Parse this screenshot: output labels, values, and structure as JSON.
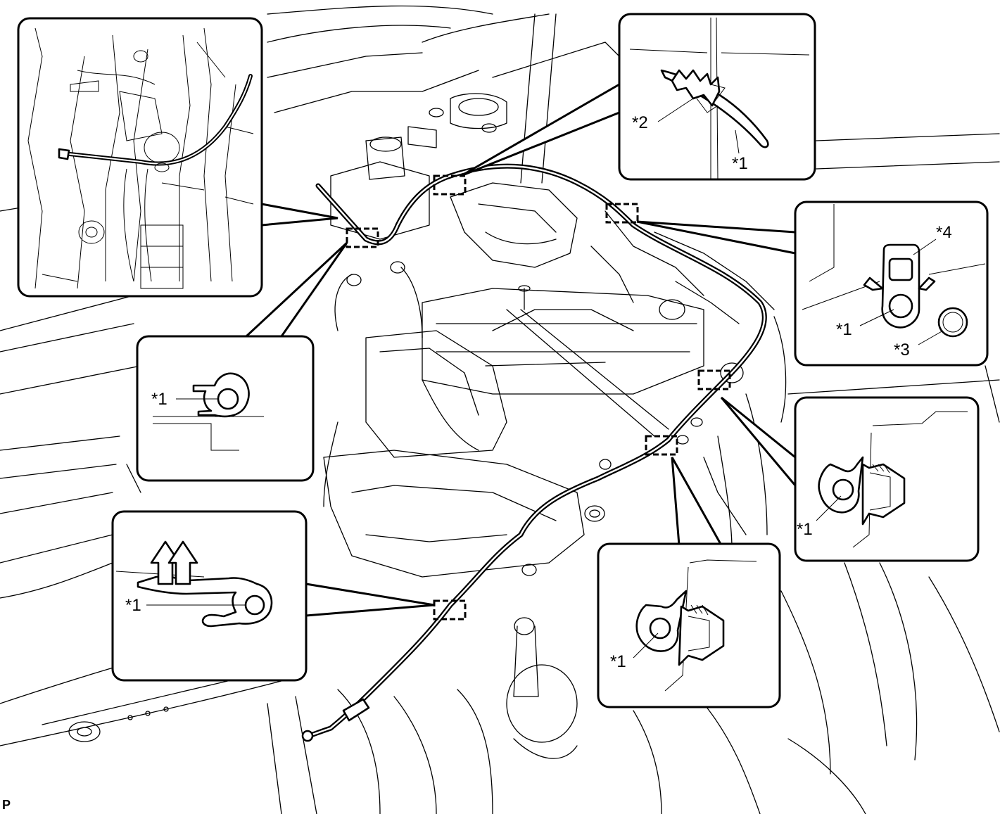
{
  "figure_code": "P",
  "callouts": {
    "top_left": {
      "labels": []
    },
    "top_right": {
      "labels": [
        "*2",
        "*1"
      ]
    },
    "right_top": {
      "labels": [
        "*4",
        "*1",
        "*3"
      ]
    },
    "left_middle": {
      "labels": [
        "*1"
      ]
    },
    "right_middle": {
      "labels": [
        "*1"
      ]
    },
    "bottom_middle": {
      "labels": [
        "*1"
      ]
    },
    "bottom_left": {
      "labels": [
        "*1"
      ]
    }
  }
}
